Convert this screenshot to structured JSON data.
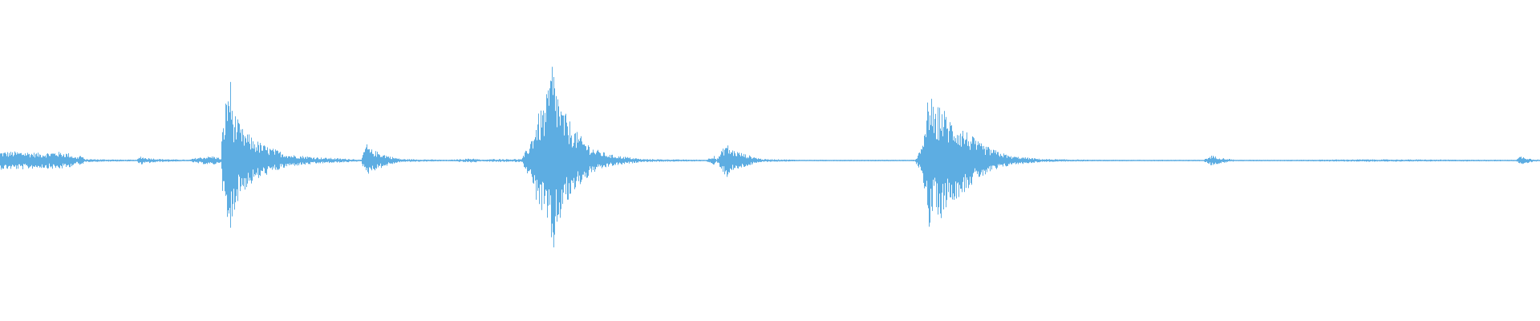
{
  "waveform": {
    "color": "#5dade2",
    "background": "#ffffff",
    "envelope": [
      [
        0,
        0.06
      ],
      [
        30,
        0.06
      ],
      [
        50,
        0.05
      ],
      [
        70,
        0.06
      ],
      [
        85,
        0.05
      ],
      [
        95,
        0.02
      ],
      [
        100,
        0.04
      ],
      [
        105,
        0.01
      ],
      [
        170,
        0.005
      ],
      [
        175,
        0.03
      ],
      [
        180,
        0.02
      ],
      [
        200,
        0.01
      ],
      [
        235,
        0.005
      ],
      [
        245,
        0.02
      ],
      [
        265,
        0.03
      ],
      [
        272,
        0.02
      ],
      [
        275,
        0.01
      ],
      [
        276,
        0.15
      ],
      [
        282,
        0.45
      ],
      [
        286,
        0.6
      ],
      [
        290,
        0.35
      ],
      [
        300,
        0.22
      ],
      [
        315,
        0.15
      ],
      [
        330,
        0.1
      ],
      [
        360,
        0.04
      ],
      [
        400,
        0.02
      ],
      [
        440,
        0.01
      ],
      [
        450,
        0.005
      ],
      [
        456,
        0.12
      ],
      [
        460,
        0.08
      ],
      [
        470,
        0.06
      ],
      [
        485,
        0.03
      ],
      [
        500,
        0.01
      ],
      [
        560,
        0.005
      ],
      [
        590,
        0.015
      ],
      [
        600,
        0.005
      ],
      [
        615,
        0.01
      ],
      [
        650,
        0.01
      ],
      [
        660,
        0.12
      ],
      [
        670,
        0.3
      ],
      [
        680,
        0.4
      ],
      [
        688,
        0.68
      ],
      [
        692,
        0.55
      ],
      [
        700,
        0.35
      ],
      [
        720,
        0.18
      ],
      [
        740,
        0.08
      ],
      [
        760,
        0.04
      ],
      [
        800,
        0.01
      ],
      [
        880,
        0.005
      ],
      [
        885,
        0.02
      ],
      [
        890,
        0.04
      ],
      [
        893,
        0.005
      ],
      [
        905,
        0.12
      ],
      [
        910,
        0.08
      ],
      [
        930,
        0.04
      ],
      [
        950,
        0.01
      ],
      [
        1000,
        0.005
      ],
      [
        1140,
        0.005
      ],
      [
        1150,
        0.1
      ],
      [
        1158,
        0.5
      ],
      [
        1165,
        0.3
      ],
      [
        1172,
        0.4
      ],
      [
        1180,
        0.3
      ],
      [
        1200,
        0.22
      ],
      [
        1220,
        0.12
      ],
      [
        1240,
        0.07
      ],
      [
        1260,
        0.03
      ],
      [
        1300,
        0.01
      ],
      [
        1360,
        0.005
      ],
      [
        1500,
        0.005
      ],
      [
        1510,
        0.035
      ],
      [
        1520,
        0.02
      ],
      [
        1540,
        0.005
      ],
      [
        1620,
        0.005
      ],
      [
        1700,
        0.008
      ],
      [
        1800,
        0.006
      ],
      [
        1890,
        0.005
      ],
      [
        1895,
        0.03
      ],
      [
        1910,
        0.01
      ],
      [
        1920,
        0.005
      ]
    ]
  }
}
